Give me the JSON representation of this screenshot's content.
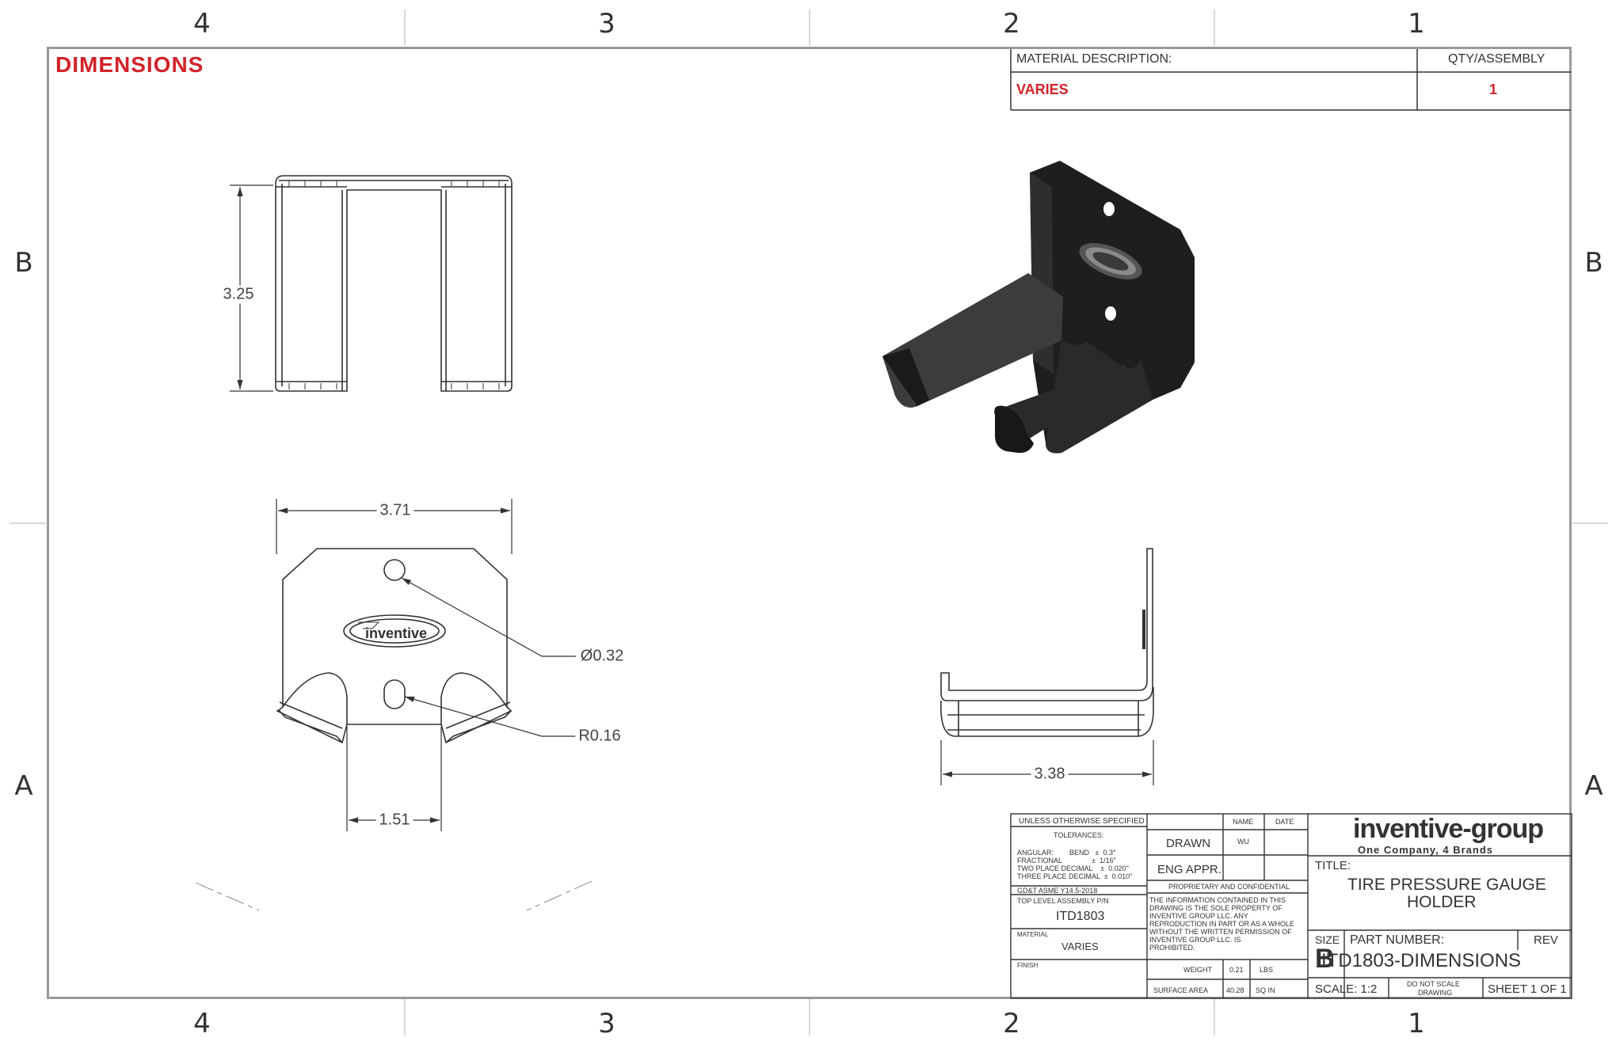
{
  "zones": {
    "top": [
      "4",
      "3",
      "2",
      "1"
    ],
    "side": [
      "B",
      "A"
    ]
  },
  "sheet_title": "DIMENSIONS",
  "material_block": {
    "desc_header": "MATERIAL DESCRIPTION:",
    "qty_header": "QTY/ASSEMBLY",
    "desc_value": "VARIES",
    "qty_value": "1"
  },
  "dimensions": {
    "height": "3.25",
    "width": "3.71",
    "hole_dia": "Ø0.32",
    "radius": "R0.16",
    "slot": "1.51",
    "depth": "3.38"
  },
  "logo_text": "inventive",
  "title_block": {
    "unless": "UNLESS OTHERWISE SPECIFIED",
    "tolerances": "TOLERANCES:",
    "tol_lines": [
      "ANGULAR:        BEND   ±  0.3°",
      "FRACTIONAL               ±  1/16\"",
      "TWO PLACE DECIMAL    ±  0.020\"",
      "THREE PLACE DECIMAL  ±  0.010\""
    ],
    "gdt": "GD&T ASME Y14.5-2018",
    "top_level_label": "TOP LEVEL ASSEMBLY P/N",
    "top_level_value": "ITD1803",
    "material_label": "MATERIAL",
    "material_value": "VARIES",
    "finish_label": "FINISH",
    "name_header": "NAME",
    "date_header": "DATE",
    "drawn": "DRAWN",
    "drawn_name": "WU",
    "eng_appr": "ENG APPR.",
    "proprietary": "PROPRIETARY AND CONFIDENTIAL",
    "prop_lines": [
      "THE INFORMATION CONTAINED IN THIS",
      "DRAWING IS THE SOLE PROPERTY OF",
      "INVENTIVE GROUP LLC.  ANY",
      "REPRODUCTION IN PART OR AS A WHOLE",
      "WITHOUT THE WRITTEN PERMISSION OF",
      "INVENTIVE GROUP LLC. IS",
      "PROHIBITED."
    ],
    "weight_label": "WEIGHT",
    "weight_value": "0.21",
    "weight_unit": "LBS",
    "surface_label": "SURFACE AREA",
    "surface_value": "40.28",
    "surface_unit": "SQ IN",
    "brand": "inventive-group",
    "tagline": "One Company, 4 Brands",
    "title_label": "TITLE:",
    "title_line1": "TIRE PRESSURE GAUGE",
    "title_line2": "HOLDER",
    "size_label": "SIZE",
    "size_value": "B",
    "part_label": "PART NUMBER:",
    "part_value": "ITD1803-DIMENSIONS",
    "rev_label": "REV",
    "scale": "SCALE: 1:2",
    "noscale1": "DO NOT SCALE",
    "noscale2": "DRAWING",
    "sheet": "SHEET 1 OF 1"
  },
  "colors": {
    "accent_red": "#d2232a",
    "line": "#333333",
    "part_fill": "#1e1e1e"
  }
}
